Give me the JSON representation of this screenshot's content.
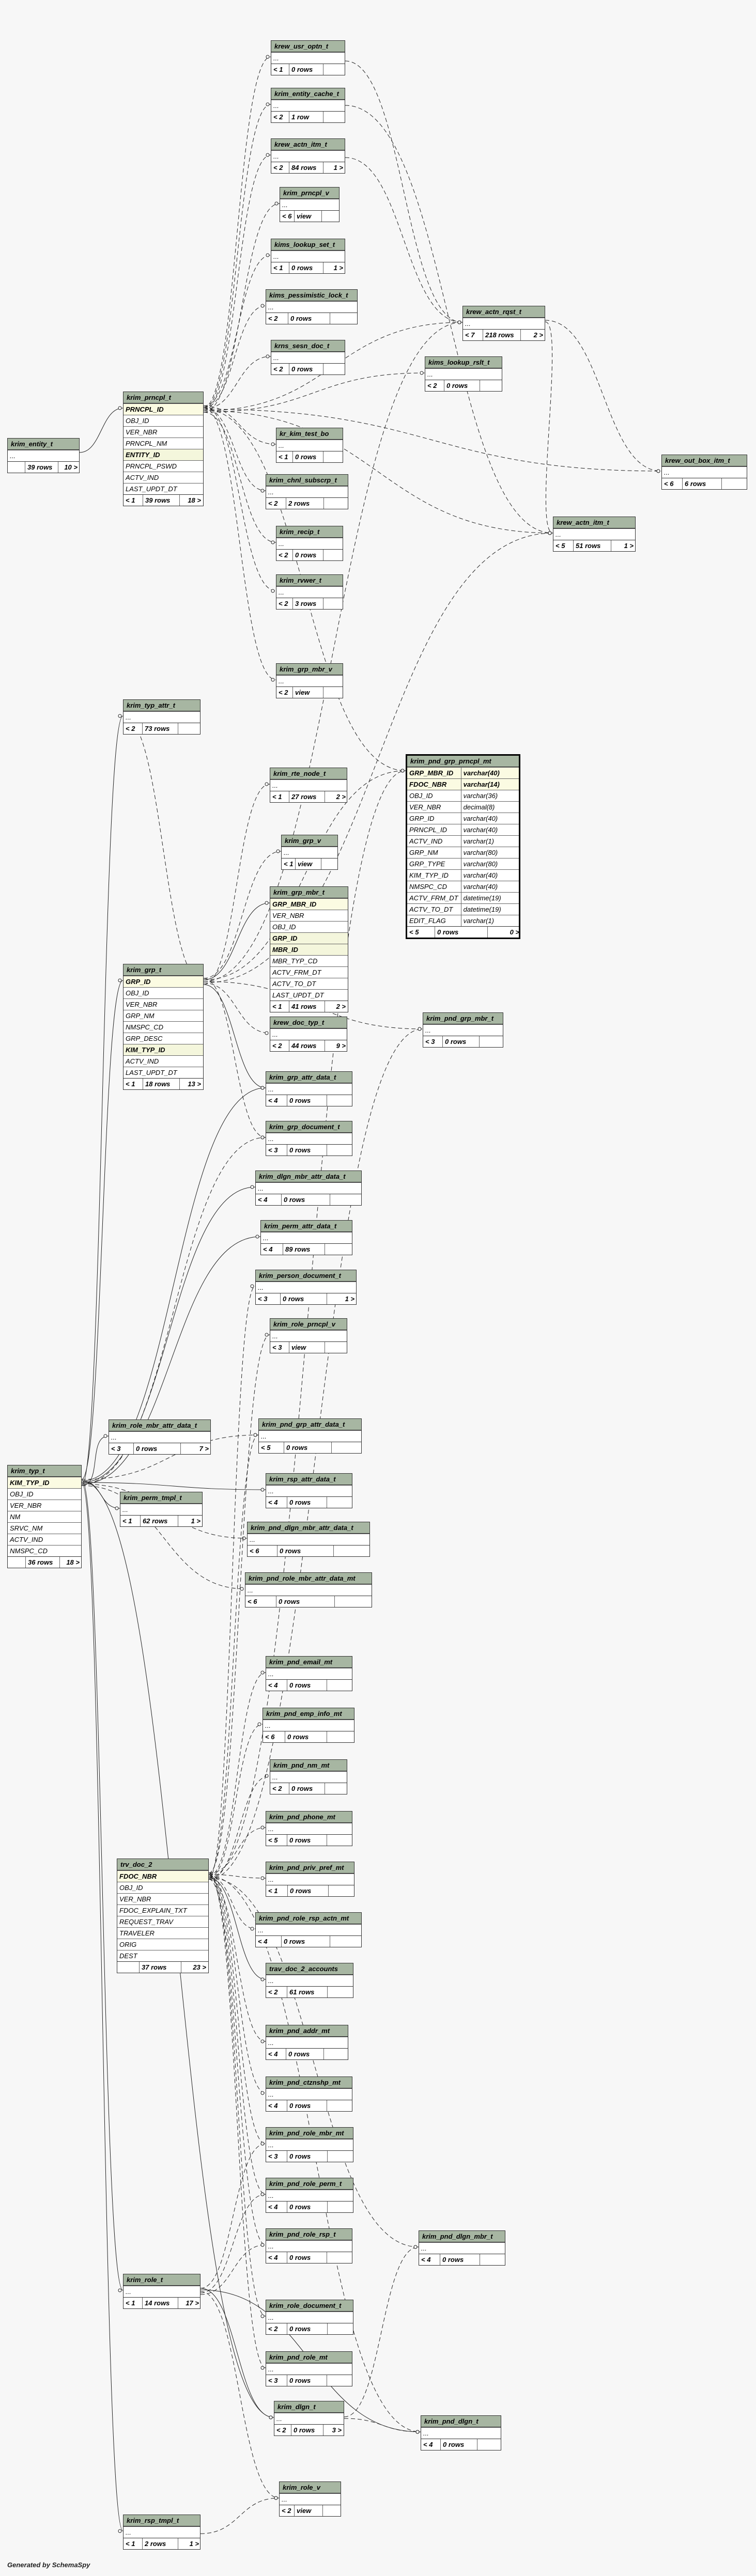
{
  "footer": "Generated by SchemaSpy",
  "tables": [
    {
      "id": "krew_usr_optn_t",
      "name": "krew_usr_optn_t",
      "rows": [
        "..."
      ],
      "foot": [
        "< 1",
        "0 rows",
        ""
      ]
    },
    {
      "id": "krim_entity_cache_t",
      "name": "krim_entity_cache_t",
      "rows": [
        "..."
      ],
      "foot": [
        "< 2",
        "1 row",
        ""
      ]
    },
    {
      "id": "krew_actn_itm_t",
      "name": "krew_actn_itm_t",
      "rows": [
        "..."
      ],
      "foot": [
        "< 2",
        "84 rows",
        "1 >"
      ]
    },
    {
      "id": "krim_prncpl_v",
      "name": "krim_prncpl_v",
      "rows": [
        "..."
      ],
      "foot": [
        "< 6",
        "view",
        ""
      ]
    },
    {
      "id": "kims_lookup_set_t",
      "name": "kims_lookup_set_t",
      "rows": [
        "..."
      ],
      "foot": [
        "< 1",
        "0 rows",
        "1 >"
      ]
    },
    {
      "id": "kims_pessimistic_lock_t",
      "name": "kims_pessimistic_lock_t",
      "rows": [
        "..."
      ],
      "foot": [
        "< 2",
        "0 rows",
        ""
      ]
    },
    {
      "id": "krns_sesn_doc_t",
      "name": "krns_sesn_doc_t",
      "rows": [
        "..."
      ],
      "foot": [
        "< 2",
        "0 rows",
        ""
      ]
    },
    {
      "id": "krew_actn_rqst_t",
      "name": "krew_actn_rqst_t",
      "rows": [
        "..."
      ],
      "foot": [
        "< 7",
        "218 rows",
        "2 >"
      ]
    },
    {
      "id": "kims_lookup_rslt_t",
      "name": "kims_lookup_rslt_t",
      "rows": [
        "..."
      ],
      "foot": [
        "< 2",
        "0 rows",
        ""
      ]
    },
    {
      "id": "krim_entity_t",
      "name": "krim_entity_t",
      "rows": [
        "..."
      ],
      "foot": [
        "",
        "39 rows",
        "10 >"
      ]
    },
    {
      "id": "krim_prncpl_t",
      "name": "krim_prncpl_t",
      "rows": [
        "PRNCPL_ID",
        "OBJ_ID",
        "VER_NBR",
        "PRNCPL_NM",
        "ENTITY_ID",
        "PRNCPL_PSWD",
        "ACTV_IND",
        "LAST_UPDT_DT"
      ],
      "foot": [
        "< 1",
        "39 rows",
        "18 >"
      ]
    },
    {
      "id": "kr_kim_test_bo",
      "name": "kr_kim_test_bo",
      "rows": [
        "..."
      ],
      "foot": [
        "< 1",
        "0 rows",
        ""
      ]
    },
    {
      "id": "krim_chnl_subscrp_t",
      "name": "krim_chnl_subscrp_t",
      "rows": [
        "..."
      ],
      "foot": [
        "< 2",
        "2 rows",
        ""
      ]
    },
    {
      "id": "krew_out_box_itm_t",
      "name": "krew_out_box_itm_t",
      "rows": [
        "..."
      ],
      "foot": [
        "< 6",
        "6 rows",
        ""
      ]
    },
    {
      "id": "krew_actn_itm_t2",
      "name": "krew_actn_itm_t",
      "rows": [
        "..."
      ],
      "foot": [
        "< 5",
        "51 rows",
        "1 >"
      ]
    },
    {
      "id": "krim_recip_t",
      "name": "krim_recip_t",
      "rows": [
        "..."
      ],
      "foot": [
        "< 2",
        "0 rows",
        ""
      ]
    },
    {
      "id": "krim_rvwer_t",
      "name": "krim_rvwer_t",
      "rows": [
        "..."
      ],
      "foot": [
        "< 2",
        "3 rows",
        ""
      ]
    },
    {
      "id": "krim_grp_mbr_v",
      "name": "krim_grp_mbr_v",
      "rows": [
        "..."
      ],
      "foot": [
        "< 2",
        "view",
        ""
      ]
    },
    {
      "id": "krim_typ_attr_t",
      "name": "krim_typ_attr_t",
      "rows": [
        "..."
      ],
      "foot": [
        "< 2",
        "73 rows",
        ""
      ]
    },
    {
      "id": "krim_rte_node_t",
      "name": "krim_rte_node_t",
      "rows": [
        "..."
      ],
      "foot": [
        "< 1",
        "27 rows",
        "2 >"
      ]
    },
    {
      "id": "krim_pnd_grp_prncpl_mt",
      "name": "krim_pnd_grp_prncpl_mt",
      "rows": [
        [
          "GRP_MBR_ID",
          "varchar(40)"
        ],
        [
          "FDOC_NBR",
          "varchar(14)"
        ],
        [
          "OBJ_ID",
          "varchar(36)"
        ],
        [
          "VER_NBR",
          "decimal(8)"
        ],
        [
          "GRP_ID",
          "varchar(40)"
        ],
        [
          "PRNCPL_ID",
          "varchar(40)"
        ],
        [
          "ACTV_IND",
          "varchar(1)"
        ],
        [
          "GRP_NM",
          "varchar(80)"
        ],
        [
          "GRP_TYPE",
          "varchar(80)"
        ],
        [
          "KIM_TYP_ID",
          "varchar(40)"
        ],
        [
          "NMSPC_CD",
          "varchar(40)"
        ],
        [
          "ACTV_FRM_DT",
          "datetime(19)"
        ],
        [
          "ACTV_TO_DT",
          "datetime(19)"
        ],
        [
          "EDIT_FLAG",
          "varchar(1)"
        ]
      ],
      "foot": [
        "< 5",
        "0 rows",
        "0 >"
      ]
    },
    {
      "id": "krim_grp_v",
      "name": "krim_grp_v",
      "rows": [
        "..."
      ],
      "foot": [
        "< 1",
        "view",
        ""
      ]
    },
    {
      "id": "krim_grp_mbr_t",
      "name": "krim_grp_mbr_t",
      "rows": [
        "GRP_MBR_ID",
        "VER_NBR",
        "OBJ_ID",
        "GRP_ID",
        "MBR_ID",
        "MBR_TYP_CD",
        "ACTV_FRM_DT",
        "ACTV_TO_DT",
        "LAST_UPDT_DT"
      ],
      "foot": [
        "< 1",
        "41 rows",
        "2 >"
      ]
    },
    {
      "id": "krim_grp_t",
      "name": "krim_grp_t",
      "rows": [
        "GRP_ID",
        "OBJ_ID",
        "VER_NBR",
        "GRP_NM",
        "NMSPC_CD",
        "GRP_DESC",
        "KIM_TYP_ID",
        "ACTV_IND",
        "LAST_UPDT_DT"
      ],
      "foot": [
        "< 1",
        "18 rows",
        "13 >"
      ]
    },
    {
      "id": "krim_pnd_grp_mbr_t",
      "name": "krim_pnd_grp_mbr_t",
      "rows": [
        "..."
      ],
      "foot": [
        "< 3",
        "0 rows",
        ""
      ]
    },
    {
      "id": "krew_doc_typ_t",
      "name": "krew_doc_typ_t",
      "rows": [
        "..."
      ],
      "foot": [
        "< 2",
        "44 rows",
        "9 >"
      ]
    },
    {
      "id": "krim_grp_attr_data_t",
      "name": "krim_grp_attr_data_t",
      "rows": [
        "..."
      ],
      "foot": [
        "< 4",
        "0 rows",
        ""
      ]
    },
    {
      "id": "krim_grp_document_t",
      "name": "krim_grp_document_t",
      "rows": [
        "..."
      ],
      "foot": [
        "< 3",
        "0 rows",
        ""
      ]
    },
    {
      "id": "krim_dlgn_mbr_attr_data_t",
      "name": "krim_dlgn_mbr_attr_data_t",
      "rows": [
        "..."
      ],
      "foot": [
        "< 4",
        "0 rows",
        ""
      ]
    },
    {
      "id": "krim_perm_attr_data_t",
      "name": "krim_perm_attr_data_t",
      "rows": [
        "..."
      ],
      "foot": [
        "< 4",
        "89 rows",
        ""
      ]
    },
    {
      "id": "krim_person_document_t",
      "name": "krim_person_document_t",
      "rows": [
        "..."
      ],
      "foot": [
        "< 3",
        "0 rows",
        "1 >"
      ]
    },
    {
      "id": "krim_role_prncpl_v",
      "name": "krim_role_prncpl_v",
      "rows": [
        "..."
      ],
      "foot": [
        "< 3",
        "view",
        ""
      ]
    },
    {
      "id": "krim_role_mbr_attr_data_t",
      "name": "krim_role_mbr_attr_data_t",
      "rows": [
        "..."
      ],
      "foot": [
        "< 3",
        "0 rows",
        "7 >"
      ]
    },
    {
      "id": "krim_pnd_grp_attr_data_t",
      "name": "krim_pnd_grp_attr_data_t",
      "rows": [
        "..."
      ],
      "foot": [
        "< 5",
        "0 rows",
        ""
      ]
    },
    {
      "id": "krim_typ_t",
      "name": "krim_typ_t",
      "rows": [
        "KIM_TYP_ID",
        "OBJ_ID",
        "VER_NBR",
        "NM",
        "SRVC_NM",
        "ACTV_IND",
        "NMSPC_CD"
      ],
      "foot": [
        "",
        "36 rows",
        "18 >"
      ]
    },
    {
      "id": "krim_perm_tmpl_t",
      "name": "krim_perm_tmpl_t",
      "rows": [
        "..."
      ],
      "foot": [
        "< 1",
        "62 rows",
        "1 >"
      ]
    },
    {
      "id": "krim_rsp_attr_data_t",
      "name": "krim_rsp_attr_data_t",
      "rows": [
        "..."
      ],
      "foot": [
        "< 4",
        "0 rows",
        ""
      ]
    },
    {
      "id": "krim_pnd_dlgn_mbr_attr_data_t",
      "name": "krim_pnd_dlgn_mbr_attr_data_t",
      "rows": [
        "..."
      ],
      "foot": [
        "< 6",
        "0 rows",
        ""
      ]
    },
    {
      "id": "krim_pnd_role_mbr_attr_data_mt",
      "name": "krim_pnd_role_mbr_attr_data_mt",
      "rows": [
        "..."
      ],
      "foot": [
        "< 6",
        "0 rows",
        ""
      ]
    },
    {
      "id": "krim_pnd_email_mt",
      "name": "krim_pnd_email_mt",
      "rows": [
        "..."
      ],
      "foot": [
        "< 4",
        "0 rows",
        ""
      ]
    },
    {
      "id": "krim_pnd_emp_info_mt",
      "name": "krim_pnd_emp_info_mt",
      "rows": [
        "..."
      ],
      "foot": [
        "< 6",
        "0 rows",
        ""
      ]
    },
    {
      "id": "krim_pnd_nm_mt",
      "name": "krim_pnd_nm_mt",
      "rows": [
        "..."
      ],
      "foot": [
        "< 2",
        "0 rows",
        ""
      ]
    },
    {
      "id": "krim_pnd_phone_mt",
      "name": "krim_pnd_phone_mt",
      "rows": [
        "..."
      ],
      "foot": [
        "< 5",
        "0 rows",
        ""
      ]
    },
    {
      "id": "trv_doc_2",
      "name": "trv_doc_2",
      "rows": [
        "FDOC_NBR",
        "OBJ_ID",
        "VER_NBR",
        "FDOC_EXPLAIN_TXT",
        "REQUEST_TRAV",
        "TRAVELER",
        "ORIG",
        "DEST"
      ],
      "foot": [
        "",
        "37 rows",
        "23 >"
      ]
    },
    {
      "id": "krim_pnd_priv_pref_mt",
      "name": "krim_pnd_priv_pref_mt",
      "rows": [
        "..."
      ],
      "foot": [
        "< 1",
        "0 rows",
        ""
      ]
    },
    {
      "id": "krim_pnd_role_rsp_actn_mt",
      "name": "krim_pnd_role_rsp_actn_mt",
      "rows": [
        "..."
      ],
      "foot": [
        "< 4",
        "0 rows",
        ""
      ]
    },
    {
      "id": "trav_doc_2_accounts",
      "name": "trav_doc_2_accounts",
      "rows": [
        "..."
      ],
      "foot": [
        "< 2",
        "61 rows",
        ""
      ]
    },
    {
      "id": "krim_pnd_addr_mt",
      "name": "krim_pnd_addr_mt",
      "rows": [
        "..."
      ],
      "foot": [
        "< 4",
        "0 rows",
        ""
      ]
    },
    {
      "id": "krim_pnd_ctznshp_mt",
      "name": "krim_pnd_ctznshp_mt",
      "rows": [
        "..."
      ],
      "foot": [
        "< 4",
        "0 rows",
        ""
      ]
    },
    {
      "id": "krim_pnd_role_mbr_mt",
      "name": "krim_pnd_role_mbr_mt",
      "rows": [
        "..."
      ],
      "foot": [
        "< 3",
        "0 rows",
        ""
      ]
    },
    {
      "id": "krim_pnd_role_perm_t",
      "name": "krim_pnd_role_perm_t",
      "rows": [
        "..."
      ],
      "foot": [
        "< 4",
        "0 rows",
        ""
      ]
    },
    {
      "id": "krim_pnd_dlgn_mbr_t",
      "name": "krim_pnd_dlgn_mbr_t",
      "rows": [
        "..."
      ],
      "foot": [
        "< 4",
        "0 rows",
        ""
      ]
    },
    {
      "id": "krim_pnd_role_rsp_t",
      "name": "krim_pnd_role_rsp_t",
      "rows": [
        "..."
      ],
      "foot": [
        "< 4",
        "0 rows",
        ""
      ]
    },
    {
      "id": "krim_role_t",
      "name": "krim_role_t",
      "rows": [
        "..."
      ],
      "foot": [
        "< 1",
        "14 rows",
        "17 >"
      ]
    },
    {
      "id": "krim_role_document_t",
      "name": "krim_role_document_t",
      "rows": [
        "..."
      ],
      "foot": [
        "< 2",
        "0 rows",
        ""
      ]
    },
    {
      "id": "krim_pnd_role_mt",
      "name": "krim_pnd_role_mt",
      "rows": [
        "..."
      ],
      "foot": [
        "< 3",
        "0 rows",
        ""
      ]
    },
    {
      "id": "krim_dlgn_t",
      "name": "krim_dlgn_t",
      "rows": [
        "..."
      ],
      "foot": [
        "< 2",
        "0 rows",
        "3 >"
      ]
    },
    {
      "id": "krim_pnd_dlgn_t",
      "name": "krim_pnd_dlgn_t",
      "rows": [
        "..."
      ],
      "foot": [
        "< 4",
        "0 rows",
        ""
      ]
    },
    {
      "id": "krim_role_v",
      "name": "krim_role_v",
      "rows": [
        "..."
      ],
      "foot": [
        "< 2",
        "view",
        ""
      ]
    },
    {
      "id": "krim_rsp_tmpl_t",
      "name": "krim_rsp_tmpl_t",
      "rows": [
        "..."
      ],
      "foot": [
        "< 1",
        "2 rows",
        "1 >"
      ]
    }
  ],
  "edges": [
    [
      "krim_entity_t",
      "krim_prncpl_t",
      "s"
    ],
    [
      "krim_prncpl_t",
      "krew_usr_optn_t",
      "d"
    ],
    [
      "krim_prncpl_t",
      "krim_entity_cache_t",
      "d"
    ],
    [
      "krim_prncpl_t",
      "krew_actn_itm_t",
      "d"
    ],
    [
      "krim_prncpl_t",
      "krim_prncpl_v",
      "d"
    ],
    [
      "krim_prncpl_t",
      "kims_lookup_set_t",
      "d"
    ],
    [
      "krim_prncpl_t",
      "kims_pessimistic_lock_t",
      "d"
    ],
    [
      "krim_prncpl_t",
      "krns_sesn_doc_t",
      "d"
    ],
    [
      "krim_prncpl_t",
      "krew_actn_rqst_t",
      "d"
    ],
    [
      "krim_prncpl_t",
      "kims_lookup_rslt_t",
      "d"
    ],
    [
      "krim_prncpl_t",
      "kr_kim_test_bo",
      "d"
    ],
    [
      "krim_prncpl_t",
      "krim_chnl_subscrp_t",
      "d"
    ],
    [
      "krim_prncpl_t",
      "krew_out_box_itm_t",
      "d"
    ],
    [
      "krim_prncpl_t",
      "krew_actn_itm_t2",
      "d"
    ],
    [
      "krim_prncpl_t",
      "krim_recip_t",
      "d"
    ],
    [
      "krim_prncpl_t",
      "krim_rvwer_t",
      "d"
    ],
    [
      "krim_prncpl_t",
      "krim_grp_mbr_v",
      "d"
    ],
    [
      "krim_prncpl_t",
      "krim_pnd_grp_prncpl_mt",
      "d"
    ],
    [
      "krew_actn_itm_t",
      "krew_actn_rqst_t",
      "d"
    ],
    [
      "krew_usr_optn_t",
      "krew_actn_rqst_t",
      "d"
    ],
    [
      "krew_actn_rqst_t",
      "krew_out_box_itm_t",
      "d"
    ],
    [
      "krew_actn_rqst_t",
      "krew_actn_itm_t2",
      "d"
    ],
    [
      "krim_entity_cache_t",
      "krew_actn_itm_t2",
      "d"
    ],
    [
      "krim_grp_t",
      "krim_typ_attr_t",
      "d"
    ],
    [
      "krim_grp_t",
      "krim_rte_node_t",
      "d"
    ],
    [
      "krim_grp_t",
      "krim_grp_v",
      "d"
    ],
    [
      "krim_grp_t",
      "krim_grp_mbr_t",
      "s"
    ],
    [
      "krim_grp_t",
      "krim_pnd_grp_mbr_t",
      "d"
    ],
    [
      "krim_grp_t",
      "krew_doc_typ_t",
      "d"
    ],
    [
      "krim_grp_t",
      "krim_grp_attr_data_t",
      "s"
    ],
    [
      "krim_grp_t",
      "krim_grp_document_t",
      "d"
    ],
    [
      "krim_grp_t",
      "krim_pnd_grp_prncpl_mt",
      "d"
    ],
    [
      "krim_grp_t",
      "krew_actn_rqst_t",
      "d"
    ],
    [
      "krim_grp_t",
      "krew_actn_itm_t2",
      "d"
    ],
    [
      "krim_typ_t",
      "krim_typ_attr_t",
      "s"
    ],
    [
      "krim_typ_t",
      "krim_grp_t",
      "s"
    ],
    [
      "krim_typ_t",
      "krim_grp_attr_data_t",
      "s"
    ],
    [
      "krim_typ_t",
      "krim_dlgn_mbr_attr_data_t",
      "s"
    ],
    [
      "krim_typ_t",
      "krim_perm_attr_data_t",
      "s"
    ],
    [
      "krim_typ_t",
      "krim_role_mbr_attr_data_t",
      "s"
    ],
    [
      "krim_typ_t",
      "krim_pnd_grp_attr_data_t",
      "d"
    ],
    [
      "krim_typ_t",
      "krim_perm_tmpl_t",
      "s"
    ],
    [
      "krim_typ_t",
      "krim_rsp_attr_data_t",
      "s"
    ],
    [
      "krim_typ_t",
      "krim_pnd_dlgn_mbr_attr_data_t",
      "d"
    ],
    [
      "krim_typ_t",
      "krim_pnd_role_mbr_attr_data_mt",
      "d"
    ],
    [
      "krim_typ_t",
      "krim_role_t",
      "s"
    ],
    [
      "krim_typ_t",
      "krim_dlgn_t",
      "s"
    ],
    [
      "krim_typ_t",
      "krim_rsp_tmpl_t",
      "s"
    ],
    [
      "krim_typ_t",
      "krim_grp_document_t",
      "d"
    ],
    [
      "trv_doc_2",
      "krim_person_document_t",
      "d"
    ],
    [
      "trv_doc_2",
      "krim_role_prncpl_v",
      "d"
    ],
    [
      "trv_doc_2",
      "krim_pnd_grp_attr_data_t",
      "d"
    ],
    [
      "trv_doc_2",
      "krim_pnd_email_mt",
      "d"
    ],
    [
      "trv_doc_2",
      "krim_pnd_emp_info_mt",
      "d"
    ],
    [
      "trv_doc_2",
      "krim_pnd_nm_mt",
      "d"
    ],
    [
      "trv_doc_2",
      "krim_pnd_phone_mt",
      "d"
    ],
    [
      "trv_doc_2",
      "krim_pnd_priv_pref_mt",
      "d"
    ],
    [
      "trv_doc_2",
      "krim_pnd_role_rsp_actn_mt",
      "d"
    ],
    [
      "trv_doc_2",
      "trav_doc_2_accounts",
      "s"
    ],
    [
      "trv_doc_2",
      "krim_pnd_addr_mt",
      "d"
    ],
    [
      "trv_doc_2",
      "krim_pnd_ctznshp_mt",
      "d"
    ],
    [
      "trv_doc_2",
      "krim_pnd_role_mbr_mt",
      "d"
    ],
    [
      "trv_doc_2",
      "krim_pnd_role_perm_t",
      "d"
    ],
    [
      "trv_doc_2",
      "krim_pnd_dlgn_mbr_t",
      "d"
    ],
    [
      "trv_doc_2",
      "krim_pnd_role_rsp_t",
      "d"
    ],
    [
      "trv_doc_2",
      "krim_role_document_t",
      "d"
    ],
    [
      "trv_doc_2",
      "krim_pnd_role_mt",
      "d"
    ],
    [
      "trv_doc_2",
      "krim_pnd_dlgn_t",
      "d"
    ],
    [
      "trv_doc_2",
      "krim_pnd_grp_prncpl_mt",
      "d"
    ],
    [
      "trv_doc_2",
      "krim_pnd_grp_mbr_t",
      "d"
    ],
    [
      "krim_role_t",
      "krim_dlgn_t",
      "s"
    ],
    [
      "krim_role_t",
      "krim_pnd_dlgn_t",
      "s"
    ],
    [
      "krim_role_t",
      "krim_role_v",
      "d"
    ],
    [
      "krim_role_t",
      "krim_pnd_role_perm_t",
      "d"
    ],
    [
      "krim_role_t",
      "krim_pnd_role_rsp_t",
      "d"
    ],
    [
      "krim_role_t",
      "krim_pnd_role_mbr_mt",
      "d"
    ],
    [
      "krim_dlgn_t",
      "krim_pnd_dlgn_mbr_t",
      "d"
    ],
    [
      "krim_dlgn_t",
      "krim_pnd_dlgn_t",
      "d"
    ],
    [
      "krim_rsp_tmpl_t",
      "krim_role_v",
      "d"
    ]
  ]
}
